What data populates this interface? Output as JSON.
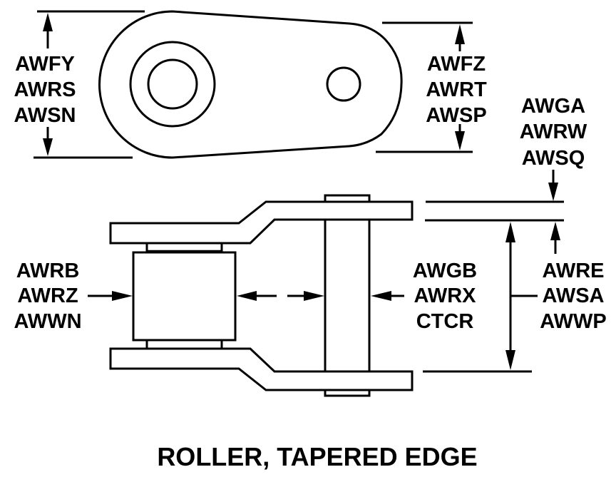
{
  "diagram": {
    "title": "ROLLER, TAPERED EDGE",
    "colors": {
      "line": "#000000",
      "background": "#ffffff"
    },
    "views": {
      "top_view": {
        "name": "link-plate-top-view"
      },
      "side_view": {
        "name": "chain-link-side-view"
      }
    },
    "dimension_labels": {
      "large_end_height": {
        "codes": [
          "AWFY",
          "AWRS",
          "AWSN"
        ]
      },
      "small_end_height": {
        "codes": [
          "AWFZ",
          "AWRT",
          "AWSP"
        ]
      },
      "plate_thickness": {
        "codes": [
          "AWGA",
          "AWRW",
          "AWSQ"
        ]
      },
      "roller_diameter": {
        "codes": [
          "AWRB",
          "AWRZ",
          "AWWN"
        ]
      },
      "pin_diameter": {
        "codes": [
          "AWGB",
          "AWRX",
          "CTCR"
        ]
      },
      "inner_width": {
        "codes": [
          "AWRE",
          "AWSA",
          "AWWP"
        ]
      }
    }
  }
}
